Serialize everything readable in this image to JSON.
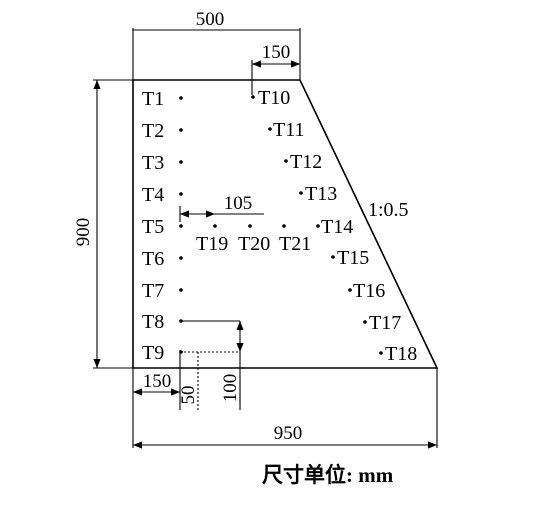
{
  "dimensions": {
    "top_width": "500",
    "top_offset": "150",
    "height": "900",
    "left_offset": "150",
    "step_50": "50",
    "step_100": "100",
    "bottom_width": "950",
    "spacing_105": "105"
  },
  "slope": "1:0.5",
  "unit_note": "尺寸单位: mm",
  "points": {
    "left": [
      "T1",
      "T2",
      "T3",
      "T4",
      "T5",
      "T6",
      "T7",
      "T8",
      "T9"
    ],
    "right": [
      "T10",
      "T11",
      "T12",
      "T13",
      "T14",
      "T15",
      "T16",
      "T17",
      "T18"
    ],
    "middle": [
      "T19",
      "T20",
      "T21"
    ]
  }
}
